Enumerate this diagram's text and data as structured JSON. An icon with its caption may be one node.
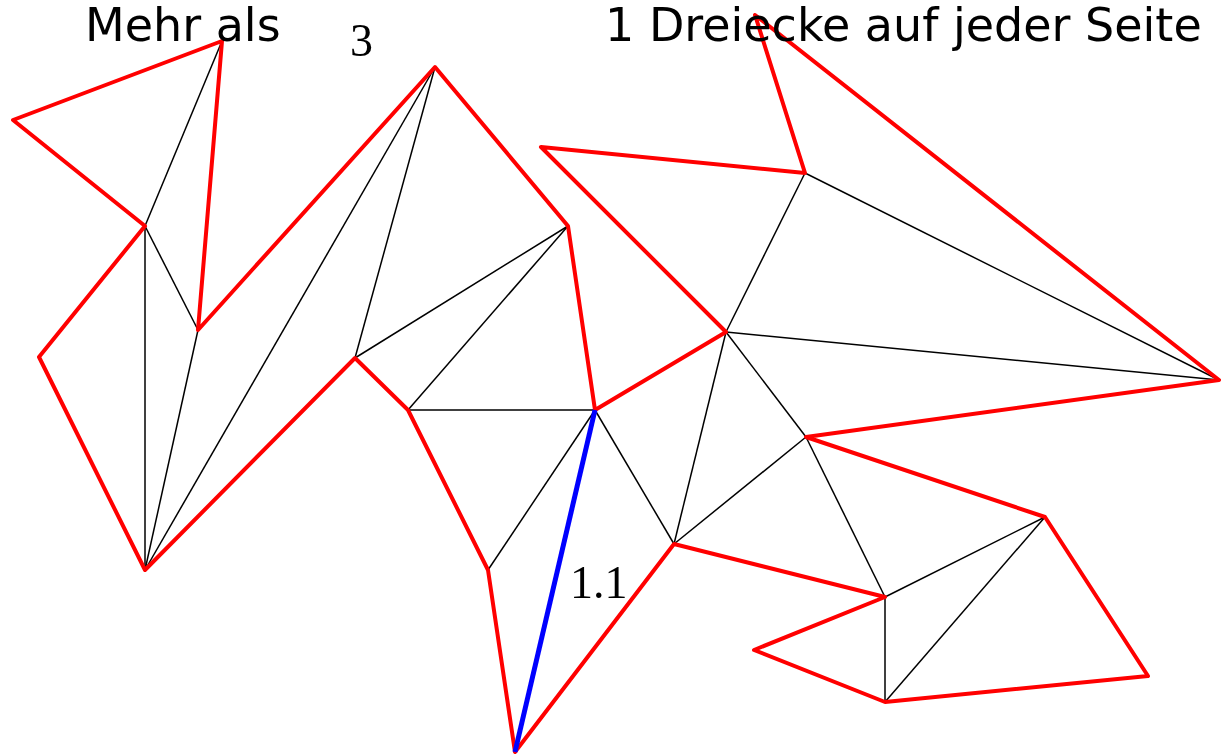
{
  "diagram": {
    "labels": [
      "Mehr als",
      "3",
      "1 Dreiecke auf jeder Seite",
      "1.1"
    ]
  }
}
